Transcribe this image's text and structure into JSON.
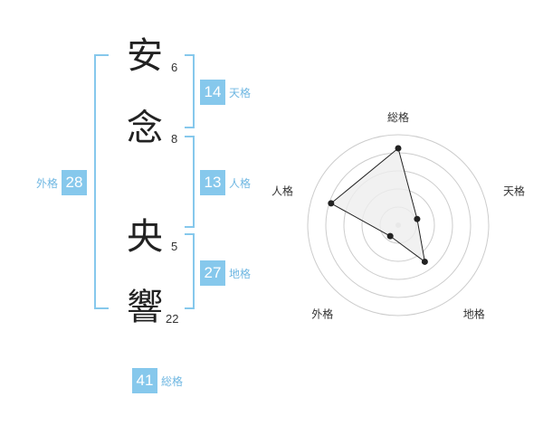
{
  "name_chars": [
    {
      "char": "安",
      "strokes": "6"
    },
    {
      "char": "念",
      "strokes": "8"
    },
    {
      "char": "央",
      "strokes": "5"
    },
    {
      "char": "響",
      "strokes": "22"
    }
  ],
  "scores": {
    "tenkaku": {
      "value": "14",
      "label": "天格"
    },
    "jinkaku": {
      "value": "13",
      "label": "人格"
    },
    "chikaku": {
      "value": "27",
      "label": "地格"
    },
    "gaikaku": {
      "value": "28",
      "label": "外格"
    },
    "soukaku": {
      "value": "41",
      "label": "総格"
    }
  },
  "colors": {
    "accent": "#86c8ec",
    "label_blue": "#6fb7e2",
    "radar_grid": "#cccccc",
    "radar_fill": "#eeeeee"
  },
  "chart_data": {
    "type": "radar",
    "axes": [
      "総格",
      "天格",
      "地格",
      "外格",
      "人格"
    ],
    "values": [
      0.85,
      0.22,
      0.5,
      0.15,
      0.78
    ],
    "range": [
      0,
      1
    ],
    "rings": 5,
    "legend": "none"
  }
}
